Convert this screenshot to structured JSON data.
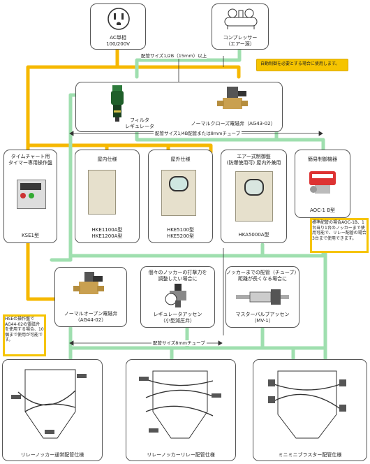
{
  "top": {
    "ac_label1": "AC単相",
    "ac_label2": "100/200V",
    "comp_label1": "コンプレッサー",
    "comp_label2": "（エアー源）",
    "pipe_size_top": "配管サイズ1/2B（15mm）以上"
  },
  "note_top": "自動制御を必要とする場合に使用します。",
  "filter_label1": "フィルタ",
  "filter_label2": "レギュレータ",
  "valve_nc_label": "ノーマルクローズ電磁弁（AG43-02）",
  "pipe_mid": "配管サイズ1/4B配管または8mmチューブ",
  "controllers": {
    "kse": {
      "title1": "タイムチャート用",
      "title2": "タイマー専用操作盤",
      "model": "KSE1型"
    },
    "indoor": {
      "title": "屋内仕様",
      "model1": "HKE1100A型",
      "model2": "HKE1200A型"
    },
    "outdoor": {
      "title": "屋外仕様",
      "model1": "HKE5100型",
      "model2": "HKE5200型"
    },
    "air": {
      "title1": "エアー式制御盤",
      "title2": "(防爆使用可) 屋内外兼用",
      "model": "HKA5000A型"
    },
    "aoc": {
      "title": "簡易制御機器",
      "model": "AOC-1 B型"
    }
  },
  "note_aoc": "標準配管の場合AOC-1B、1台当り1台のノッカーまで使用可能で、リレー配管の場合3台まで使用できます。",
  "valve_no": {
    "label1": "ノーマルオープン電磁弁",
    "label2": "（AG44-02）"
  },
  "regulator": {
    "desc1": "個々のノッカーの打撃力を",
    "desc2": "調整したい場合に",
    "label1": "レギュレータアッセン",
    "label2": "（小型減圧弁）"
  },
  "master": {
    "desc1": "ノッカーまでの配管（チューブ）",
    "desc2": "距離が長くなる場合に",
    "label1": "マスターバルブアッセン",
    "label2": "（MV-1）"
  },
  "note_hse": "HSEの操作盤でAG44-02の電磁弁を使用する場合、10個まで使用が可能です。",
  "pipe_bottom": "配管サイズ8mmチューブ",
  "hoppers": {
    "h1": "リレーノッカー通常配管仕様",
    "h2": "リレーノッカーリレー配管仕様",
    "h3": "ミニミニブラスター配管仕様"
  },
  "colors": {
    "yellow": "#f6b800",
    "green": "#9fdfaf",
    "dark": "#333333"
  },
  "icons": [
    "power-outlet-icon",
    "compressor-icon"
  ]
}
